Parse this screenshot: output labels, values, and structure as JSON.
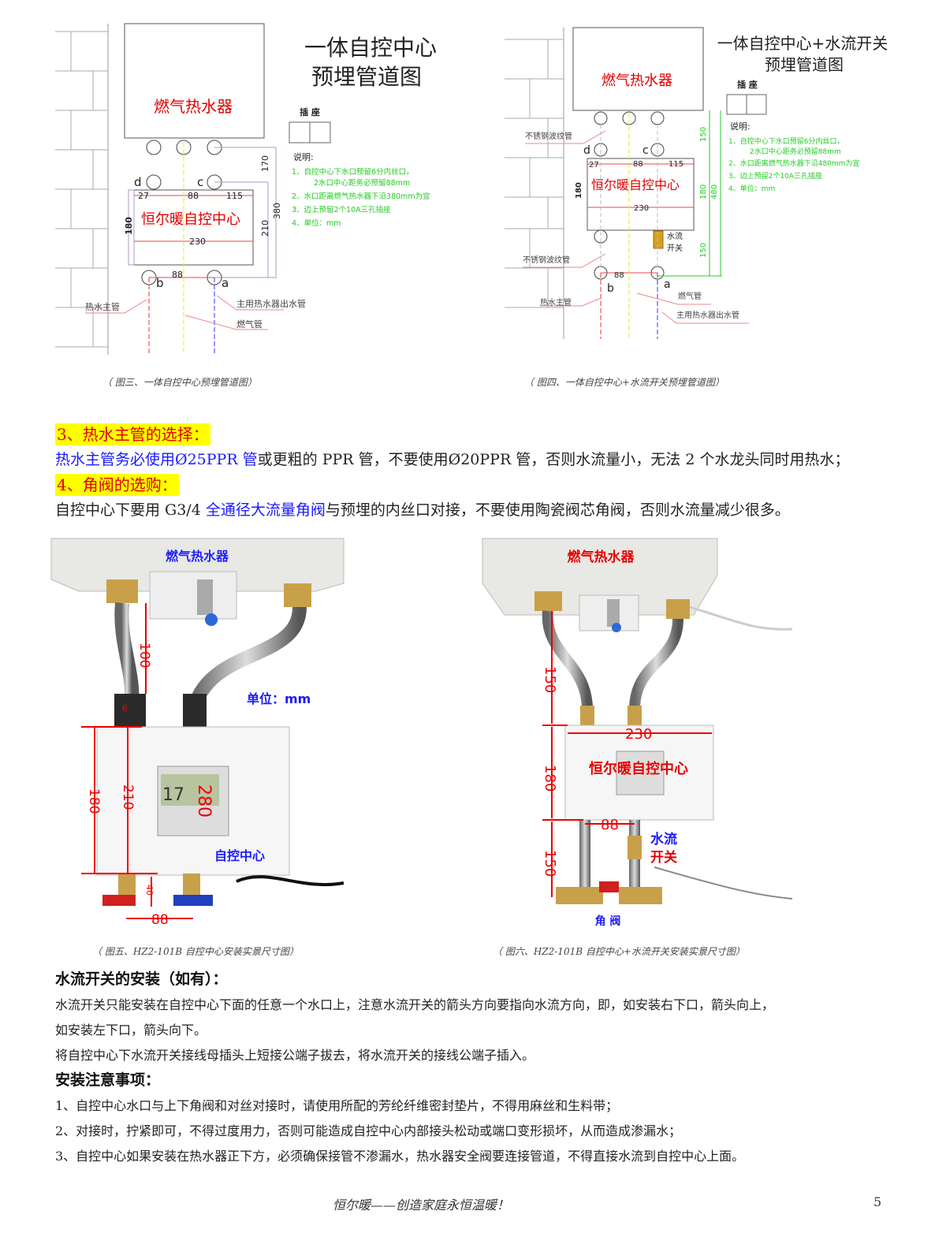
{
  "figure3": {
    "title_line1": "一体自控中心",
    "title_line2": "预埋管道图",
    "heater_label": "燃气热水器",
    "center_label": "恒尔暖自控中心",
    "socket_label": "插 座",
    "notes_title": "说明:",
    "notes": [
      "1、自控中心下水口预留6分内丝口，",
      "2水口中心距务必预留88mm",
      "2、水口距离燃气热水器下沿380mm为宜",
      "3、边上预留2个10A三孔插座",
      "4、单位：mm"
    ],
    "port_labels": {
      "d": "d",
      "c": "c",
      "b": "b",
      "a": "a"
    },
    "dims": {
      "left": "27",
      "mid": "88",
      "right": "115",
      "height": "180",
      "width": "230",
      "bottom_gap": "88",
      "top_gap": "170",
      "box_h": "210",
      "total": "380"
    },
    "pipe_labels": {
      "hot_main": "热水主管",
      "outlet": "主用热水器出水管",
      "gas": "燃气管"
    },
    "caption": "（ 图三、一体自控中心预埋管道图）"
  },
  "figure4": {
    "title_line1": "一体自控中心+水流开关",
    "title_line2": "预埋管道图",
    "heater_label": "燃气热水器",
    "center_label": "恒尔暖自控中心",
    "socket_label": "插 座",
    "notes_title": "说明:",
    "notes": [
      "1、自控中心下水口预留6分内丝口，",
      "2水口中心距务必预留88mm",
      "2、水口距离燃气热水器下沿480mm为宜",
      "3、边上预留2个10A三孔插座",
      "4、单位：mm"
    ],
    "port_labels": {
      "d": "d",
      "c": "c",
      "b": "b",
      "a": "a"
    },
    "dims": {
      "left": "27",
      "mid": "88",
      "right": "115",
      "height": "180",
      "width": "230",
      "bottom_gap": "88",
      "top_gap": "150",
      "box_h": "180",
      "total": "480",
      "lower_gap": "150"
    },
    "pipe_labels": {
      "corrugated_top": "不锈钢波纹管",
      "corrugated_bottom": "不锈钢波纹管",
      "hot_main": "热水主管",
      "gas": "燃气管",
      "outlet": "主用热水器出水管"
    },
    "switch_label_1": "水流",
    "switch_label_2": "开关",
    "caption": "（ 图四、一体自控中心+水流开关预埋管道图）"
  },
  "section3": {
    "heading": "3、热水主管的选择：",
    "text_blue": "热水主管务必使用Ø25PPR 管",
    "text_rest": "或更粗的 PPR 管，不要使用Ø20PPR 管，否则水流量小，无法 2 个水龙头同时用热水；"
  },
  "section4": {
    "heading": "4、角阀的选购：",
    "text_a": "自控中心下要用 G3/4 ",
    "text_blue": "全通径大流量角阀",
    "text_b": "与预埋的内丝口对接，不要使用陶瓷阀芯角阀，否则水流量减少很多。"
  },
  "figure5": {
    "heater_label": "燃气热水器",
    "unit_label": "单位：mm",
    "center_label": "自控中心",
    "display_value": "17",
    "dims": {
      "top": "100",
      "small": "6",
      "height": "180",
      "box_h": "210",
      "screen": "280",
      "valve": "40",
      "spacing": "88"
    },
    "caption": "（ 图五、HZ2-101B 自控中心安装实景尺寸图）"
  },
  "figure6": {
    "heater_label": "燃气热水器",
    "center_label": "恒尔暖自控中心",
    "switch_label_1": "水流",
    "switch_label_2": "开关",
    "valve_label": "角 阀",
    "dims": {
      "top": "150",
      "width": "230",
      "height": "180",
      "spacing": "88",
      "bottom": "150"
    },
    "caption": "（ 图六、HZ2-101B 自控中心+水流开关安装实景尺寸图）"
  },
  "water_switch": {
    "heading": "水流开关的安装（如有）：",
    "lines": [
      "水流开关只能安装在自控中心下面的任意一个水口上，注意水流开关的箭头方向要指向水流方向，即，如安装右下口，箭头向上，",
      "如安装左下口，箭头向下。",
      "将自控中心下水流开关接线母插头上短接公端子拔去，将水流开关的接线公端子插入。"
    ]
  },
  "notes": {
    "heading": "安装注意事项：",
    "items": [
      "1、自控中心水口与上下角阀和对丝对接时，请使用所配的芳纶纤维密封垫片，不得用麻丝和生料带；",
      "2、对接时，拧紧即可，不得过度用力，否则可能造成自控中心内部接头松动或端口变形损坏，从而造成渗漏水；",
      "3、自控中心如果安装在热水器正下方，必须确保接管不渗漏水，热水器安全阀要连接管道，不得直接水流到自控中心上面。"
    ]
  },
  "footer": {
    "slogan": "恒尔暖——创造家庭永恒温暖！",
    "page_number": "5"
  },
  "colors": {
    "red": "#e00000",
    "blue": "#1a1aff",
    "green": "#22cc22",
    "highlight": "#ffff00"
  }
}
